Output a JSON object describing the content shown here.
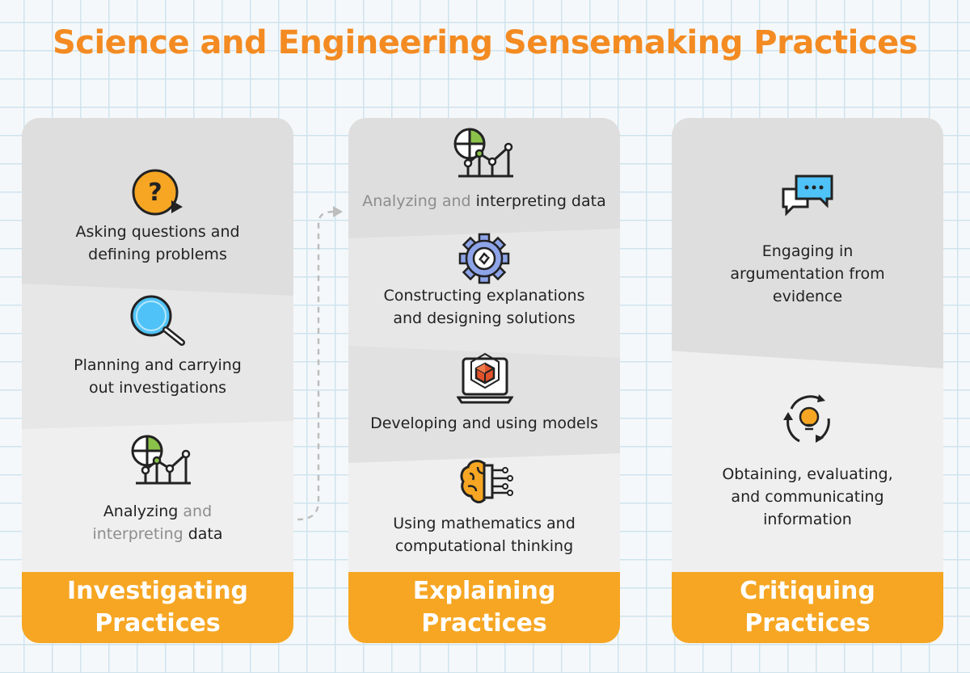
{
  "title": "Science and Engineering Sensemaking Practices",
  "columns": [
    {
      "footer": [
        "Investigating",
        "Practices"
      ],
      "items": [
        {
          "icon": "question-icon",
          "lines": [
            "Asking questions and",
            "defining problems"
          ]
        },
        {
          "icon": "magnifier-icon",
          "lines": [
            "Planning and carrying",
            "out investigations"
          ]
        },
        {
          "icon": "data-chart-icon",
          "parts": [
            [
              "Analyzing",
              " and"
            ],
            [
              "interpreting",
              " data"
            ]
          ]
        }
      ]
    },
    {
      "footer": [
        "Explaining Practices"
      ],
      "items": [
        {
          "icon": "data-chart-icon",
          "parts": [
            [
              "Analyzing and",
              " interpreting data"
            ]
          ]
        },
        {
          "icon": "gear-icon",
          "lines": [
            "Constructing explanations",
            "and designing solutions"
          ]
        },
        {
          "icon": "model-cube-icon",
          "lines": [
            "Developing and using models"
          ]
        },
        {
          "icon": "brain-circuit-icon",
          "lines": [
            "Using mathematics and",
            "computational thinking"
          ]
        }
      ]
    },
    {
      "footer": [
        "Critiquing",
        "Practices"
      ],
      "items": [
        {
          "icon": "chat-bubbles-icon",
          "lines": [
            "Engaging in",
            "argumentation from",
            "evidence"
          ]
        },
        {
          "icon": "lightbulb-cycle-icon",
          "lines": [
            "Obtaining, evaluating,",
            "and communicating",
            "information"
          ]
        }
      ]
    }
  ],
  "colors": {
    "title": "#f38b22",
    "footer": "#f6a623",
    "icon_accent": "#f6a623",
    "icon_blue": "#4fc3f7",
    "icon_green": "#8bc34a",
    "icon_red": "#e2522b"
  }
}
